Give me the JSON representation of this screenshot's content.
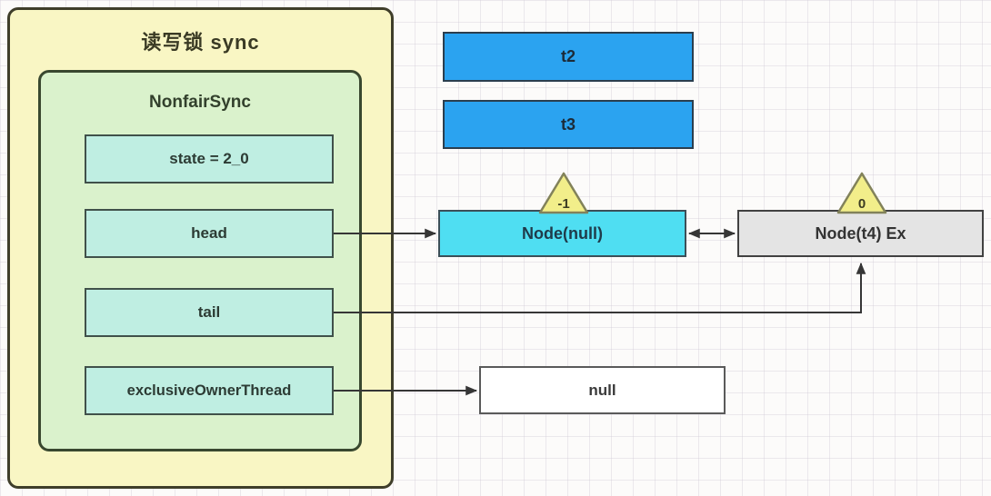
{
  "outer_box": {
    "title": "读写锁 sync"
  },
  "inner_box": {
    "title": "NonfairSync"
  },
  "fields": [
    {
      "label": "state = 2_0"
    },
    {
      "label": "head"
    },
    {
      "label": "tail"
    },
    {
      "label": "exclusiveOwnerThread"
    }
  ],
  "threads": [
    {
      "label": "t2"
    },
    {
      "label": "t3"
    }
  ],
  "nodes": [
    {
      "label": "Node(null)",
      "wait_status": "-1"
    },
    {
      "label": "Node(t4) Ex",
      "wait_status": "0"
    }
  ],
  "null_box": {
    "label": "null"
  },
  "colors": {
    "outer_fill": "#f9f6c4",
    "inner_fill": "#daf2cc",
    "field_fill": "#bfeee2",
    "thread_fill": "#2ba3f0",
    "node_null_fill": "#4fdef2",
    "node_t4_fill": "#e4e4e4",
    "null_fill": "#ffffff",
    "triangle_fill": "#f2ee8a",
    "arrow_color": "#363636"
  }
}
